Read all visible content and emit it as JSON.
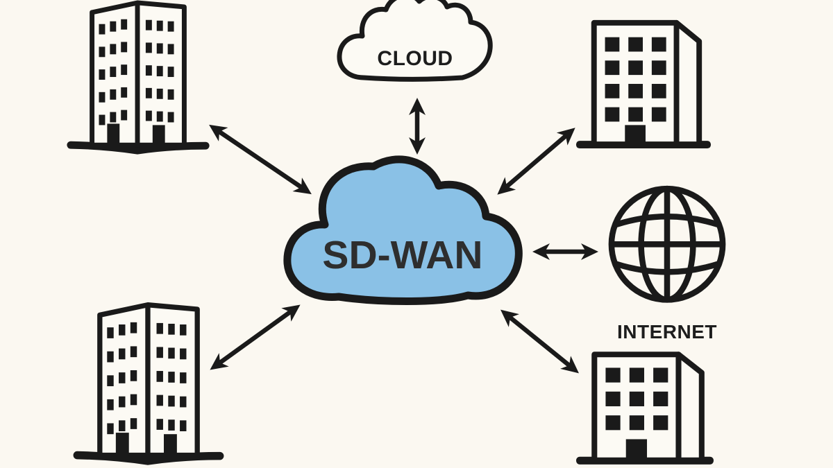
{
  "colors": {
    "background": "#FBF8F1",
    "line": "#1a1a1a",
    "sdwan_fill": "#8AC1E6",
    "sdwan_text": "#2e2e2e"
  },
  "diagram": {
    "type": "network-topology",
    "center": {
      "id": "sdwan",
      "label": "SD-WAN",
      "shape": "cloud",
      "fill": "#8AC1E6"
    },
    "nodes": [
      {
        "id": "cloud",
        "label": "CLOUD",
        "icon": "cloud-outline-icon",
        "position": "top"
      },
      {
        "id": "internet",
        "label": "INTERNET",
        "icon": "globe-icon",
        "position": "right"
      },
      {
        "id": "branch-top-left",
        "label": "",
        "icon": "office-building-icon",
        "position": "top-left"
      },
      {
        "id": "branch-top-right",
        "label": "",
        "icon": "office-building-icon",
        "position": "top-right"
      },
      {
        "id": "branch-bottom-left",
        "label": "",
        "icon": "office-building-icon",
        "position": "bottom-left"
      },
      {
        "id": "branch-bottom-right",
        "label": "",
        "icon": "office-building-icon",
        "position": "bottom-right"
      }
    ],
    "connections": [
      {
        "from": "sdwan",
        "to": "branch-top-left",
        "bidirectional": true
      },
      {
        "from": "sdwan",
        "to": "cloud",
        "bidirectional": true
      },
      {
        "from": "sdwan",
        "to": "branch-top-right",
        "bidirectional": true
      },
      {
        "from": "sdwan",
        "to": "internet",
        "bidirectional": true
      },
      {
        "from": "sdwan",
        "to": "branch-bottom-left",
        "bidirectional": true
      },
      {
        "from": "sdwan",
        "to": "branch-bottom-right",
        "bidirectional": true
      }
    ]
  }
}
